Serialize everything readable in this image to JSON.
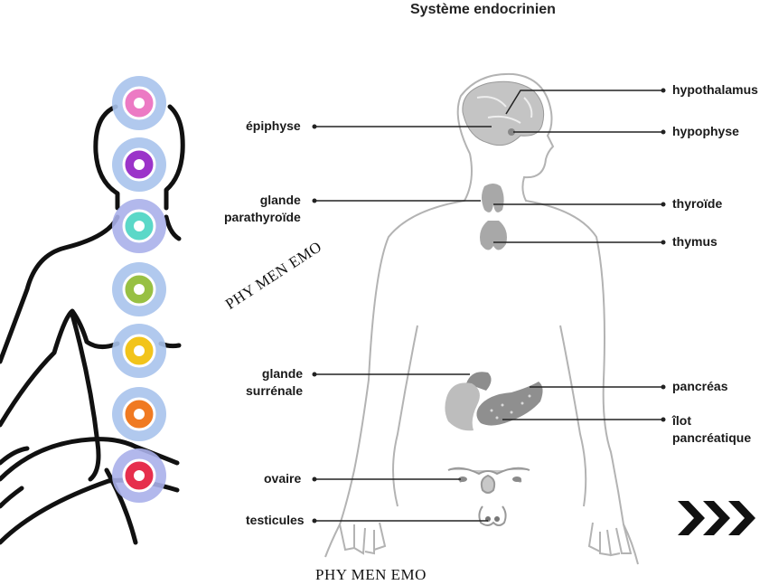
{
  "title": "Système endocrinien",
  "watermark": "PHY MEN EMO",
  "labels": {
    "hypothalamus": "hypothalamus",
    "hypophyse": "hypophyse",
    "epiphyse": "épiphyse",
    "parathyroide_line1": "glande",
    "parathyroide_line2": "parathyroïde",
    "thyroide": "thyroïde",
    "thymus": "thymus",
    "surrenale_line1": "glande",
    "surrenale_line2": "surrénale",
    "pancreas": "pancréas",
    "ilot_line1": "îlot",
    "ilot_line2": "pancréatique",
    "ovaire": "ovaire",
    "testicules": "testicules"
  },
  "chakras": [
    {
      "name": "crown",
      "outer": "#a9c3ec",
      "inner": "#ec7ac4"
    },
    {
      "name": "third-eye",
      "outer": "#a9c3ec",
      "inner": "#9b34c9"
    },
    {
      "name": "throat",
      "outer": "#aab0ea",
      "inner": "#5bd8c8"
    },
    {
      "name": "heart",
      "outer": "#a9c3ec",
      "inner": "#98c043"
    },
    {
      "name": "solar-plexus",
      "outer": "#a9c3ec",
      "inner": "#f2c41b"
    },
    {
      "name": "sacral",
      "outer": "#a9c3ec",
      "inner": "#f07a22"
    },
    {
      "name": "root",
      "outer": "#aab0ea",
      "inner": "#e62f4d"
    }
  ],
  "colors": {
    "body_outline": "#b3b3b3",
    "gland_fill": "#a8a8a8",
    "leader_line": "#222222",
    "figure_outline": "#111111"
  },
  "icons": [
    "next-chevrons-icon"
  ]
}
